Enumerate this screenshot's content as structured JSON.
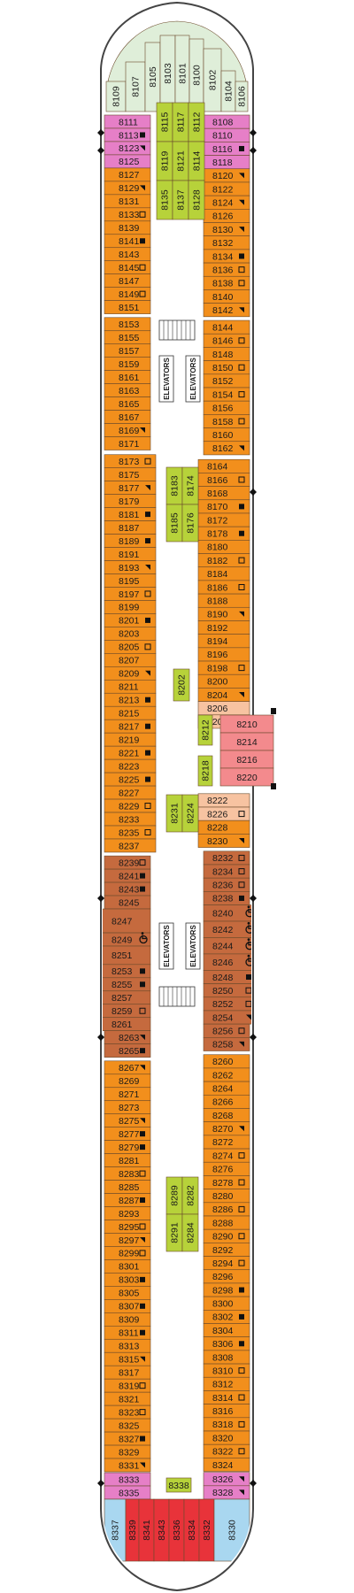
{
  "legend_colors": {
    "interior": "#f28f1c",
    "deluxe": "#c56a3e",
    "concierge": "#e67fc7",
    "inside": "#b7d23a",
    "suite": "#f38a8d",
    "suite_light": "#f7c3a1",
    "penthouse": "#e8333a",
    "aft_suite": "#a9d7f0",
    "forward": "#dfeed9",
    "corridor": "#ffffff"
  },
  "elevators_label": "ELEVATORS",
  "forward_cabins": [
    "8109",
    "8107",
    "8105",
    "8103",
    "8101",
    "8100",
    "8102",
    "8104",
    "8106"
  ],
  "port_cabins": [
    "8111",
    "8113",
    "8123",
    "8125",
    "8127",
    "8129",
    "8131",
    "8133",
    "8139",
    "8141",
    "8143",
    "8145",
    "8147",
    "8149",
    "8151",
    "8153",
    "8155",
    "8157",
    "8159",
    "8161",
    "8163",
    "8165",
    "8167",
    "8169",
    "8171",
    "8173",
    "8175",
    "8177",
    "8179",
    "8181",
    "8187",
    "8189",
    "8191",
    "8193",
    "8195",
    "8197",
    "8199",
    "8201",
    "8203",
    "8205",
    "8207",
    "8209",
    "8211",
    "8213",
    "8215",
    "8217",
    "8219",
    "8221",
    "8223",
    "8225",
    "8227",
    "8229",
    "8233",
    "8235",
    "8237",
    "8239",
    "8241",
    "8243",
    "8245",
    "8247",
    "8249",
    "8251",
    "8253",
    "8255",
    "8257",
    "8259",
    "8261",
    "8263",
    "8265",
    "8267",
    "8269",
    "8271",
    "8273",
    "8275",
    "8277",
    "8279",
    "8281",
    "8283",
    "8285",
    "8287",
    "8293",
    "8295",
    "8297",
    "8299",
    "8301",
    "8303",
    "8305",
    "8307",
    "8309",
    "8311",
    "8313",
    "8315",
    "8317",
    "8319",
    "8321",
    "8323",
    "8325",
    "8327",
    "8329",
    "8331",
    "8333",
    "8335"
  ],
  "starboard_cabins": [
    "8108",
    "8110",
    "8116",
    "8118",
    "8120",
    "8122",
    "8124",
    "8126",
    "8130",
    "8132",
    "8134",
    "8136",
    "8138",
    "8140",
    "8142",
    "8144",
    "8146",
    "8148",
    "8150",
    "8152",
    "8154",
    "8156",
    "8158",
    "8160",
    "8162",
    "8164",
    "8166",
    "8168",
    "8170",
    "8172",
    "8178",
    "8180",
    "8182",
    "8184",
    "8186",
    "8188",
    "8190",
    "8192",
    "8194",
    "8196",
    "8198",
    "8200",
    "8204",
    "8206",
    "8208",
    "8222",
    "8226",
    "8228",
    "8230",
    "8232",
    "8234",
    "8236",
    "8238",
    "8240",
    "8242",
    "8244",
    "8246",
    "8248",
    "8250",
    "8252",
    "8254",
    "8256",
    "8258",
    "8260",
    "8262",
    "8264",
    "8266",
    "8268",
    "8270",
    "8272",
    "8274",
    "8276",
    "8278",
    "8280",
    "8286",
    "8288",
    "8290",
    "8292",
    "8294",
    "8296",
    "8298",
    "8300",
    "8302",
    "8304",
    "8306",
    "8308",
    "8310",
    "8312",
    "8314",
    "8316",
    "8318",
    "8320",
    "8322",
    "8324",
    "8326",
    "8328"
  ],
  "center_cabins": {
    "fwd_top": [
      [
        "8115",
        "8117",
        "8112"
      ],
      [
        "8119",
        "8121",
        "8114"
      ],
      [
        "8135",
        "8137",
        "8128"
      ]
    ],
    "mid1": [
      [
        "8183",
        "8174"
      ],
      [
        "8185",
        "8176"
      ]
    ],
    "c8202": "8202",
    "c8212": "8212",
    "c8218": "8218",
    "mid2": [
      "8231",
      "8224"
    ],
    "aft_center": [
      [
        "8289",
        "8282"
      ],
      [
        "8291",
        "8284"
      ]
    ],
    "c8338": "8338"
  },
  "starboard_suites": [
    "8210",
    "8214",
    "8216",
    "8220"
  ],
  "aft_cabins": [
    "8337",
    "8339",
    "8341",
    "8343",
    "8336",
    "8334",
    "8332",
    "8330"
  ]
}
